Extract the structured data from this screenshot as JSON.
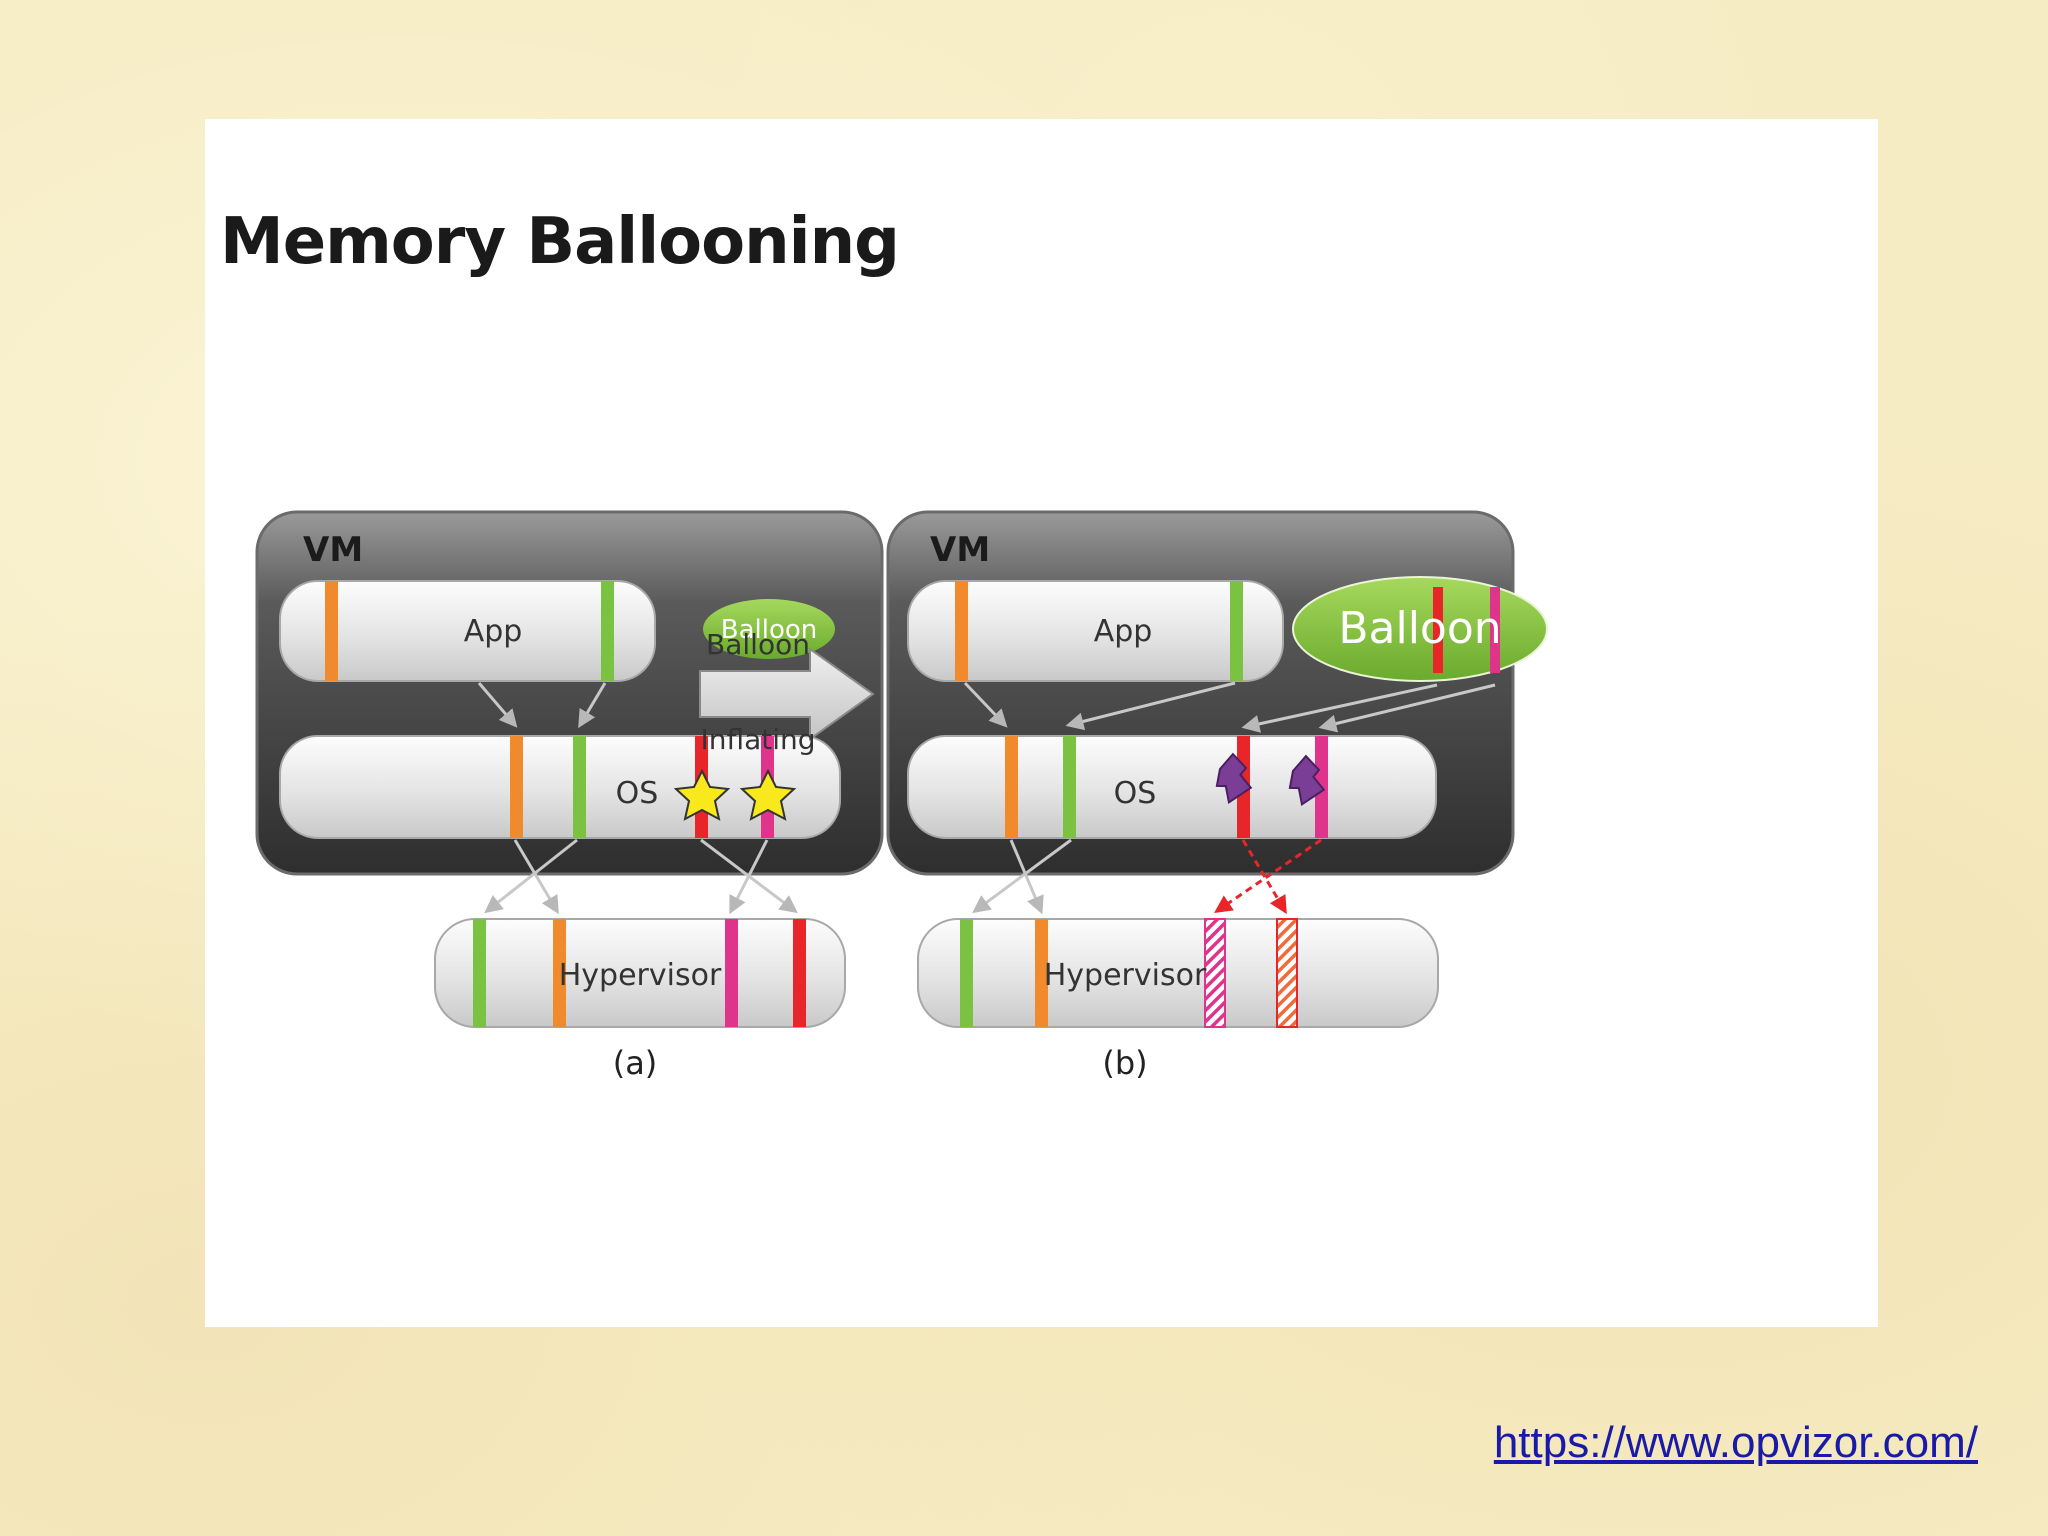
{
  "title": "Memory Ballooning",
  "source_url": "https://www.opvizor.com/",
  "diagram": {
    "panel_a": {
      "vm_label": "VM",
      "app_label": "App",
      "balloon_label": "Balloon",
      "os_label": "OS",
      "hypervisor_label": "Hypervisor",
      "caption": "(a)"
    },
    "panel_b": {
      "vm_label": "VM",
      "app_label": "App",
      "balloon_label": "Balloon",
      "os_label": "OS",
      "hypervisor_label": "Hypervisor",
      "caption": "(b)"
    },
    "transition": {
      "top_label": "Balloon",
      "bottom_label": "Inflating"
    }
  },
  "colors": {
    "page_orange": "#f08a2c",
    "page_green": "#7cc242",
    "page_red": "#e8262a",
    "page_pink": "#e0338c",
    "balloon_green": "#79bd3a",
    "vm_dark": "#3a3a3a",
    "link": "#1a1aa8"
  }
}
